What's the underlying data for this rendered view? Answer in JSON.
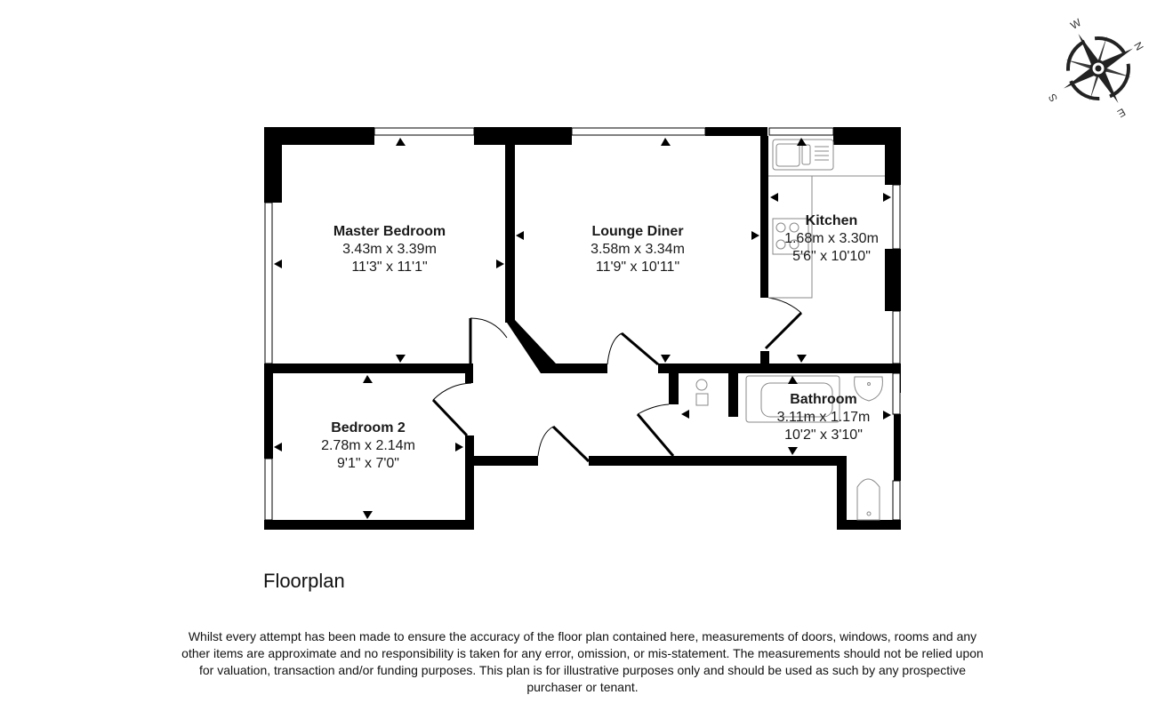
{
  "plan": {
    "title": "Floorplan",
    "disclaimer": "Whilst every attempt has been made to ensure the accuracy of the floor plan contained here, measurements of doors, windows, rooms and any other items are approximate and no responsibility is taken for any error, omission, or mis-statement. The measurements should not be relied upon for valuation, transaction and/or funding purposes. This plan is for illustrative purposes only and should be used as such by any prospective purchaser or tenant."
  },
  "compass": {
    "icon": "compass-rose-icon",
    "labels": {
      "n": "N",
      "e": "E",
      "s": "S",
      "w": "W"
    }
  },
  "rooms": [
    {
      "name": "Master Bedroom",
      "metric": "3.43m x 3.39m",
      "imperial": "11'3\" x 11'1\""
    },
    {
      "name": "Lounge Diner",
      "metric": "3.58m x 3.34m",
      "imperial": "11'9\" x 10'11\""
    },
    {
      "name": "Kitchen",
      "metric": "1.68m x 3.30m",
      "imperial": "5'6\" x 10'10\""
    },
    {
      "name": "Bedroom 2",
      "metric": "2.78m x 2.14m",
      "imperial": "9'1\" x 7'0\""
    },
    {
      "name": "Bathroom",
      "metric": "3.11m x 1.17m",
      "imperial": "10'2\" x 3'10\""
    }
  ],
  "colors": {
    "wall": "#000000",
    "fixture": "#888888",
    "background": "#ffffff"
  }
}
